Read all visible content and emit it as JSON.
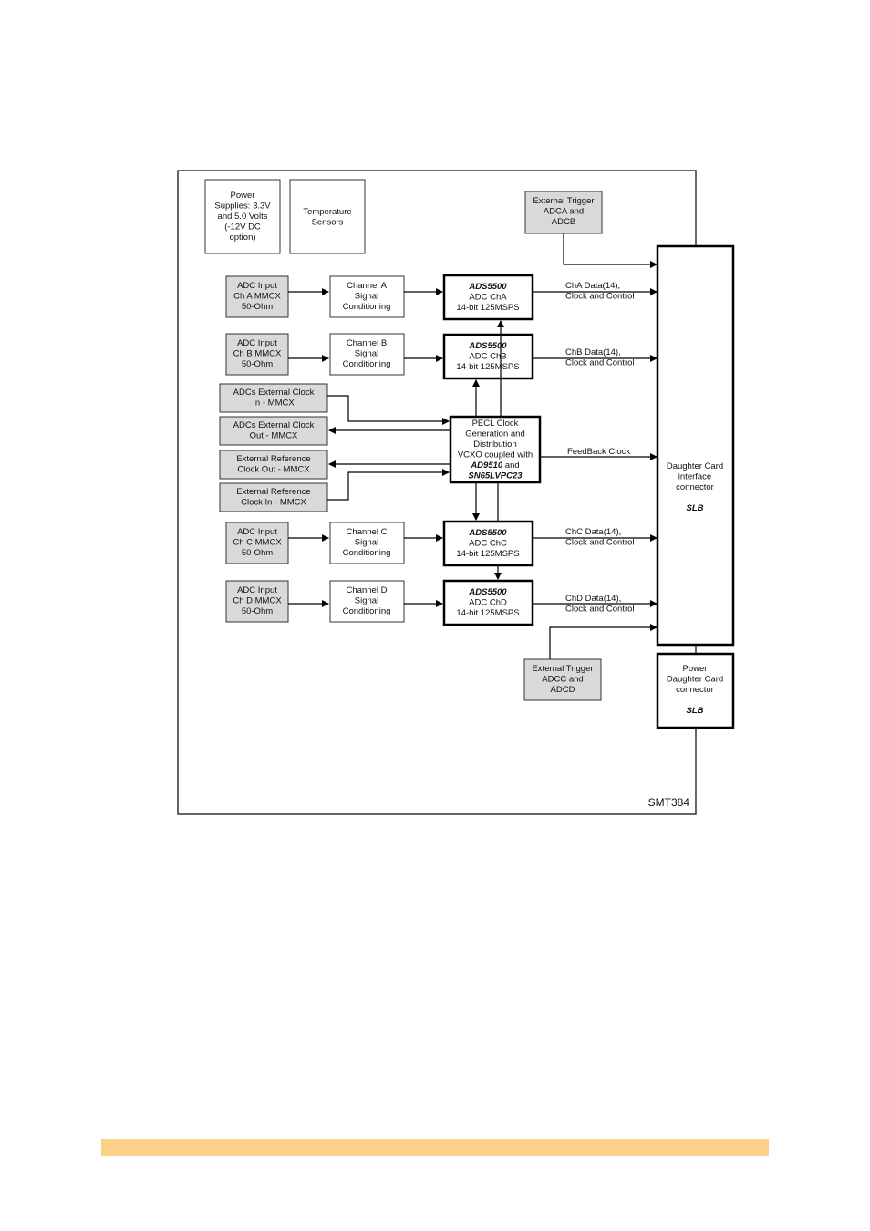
{
  "board_label": "SMT384",
  "power_supplies": [
    "Power",
    "Supplies: 3.3V",
    "and 5.0 Volts",
    "(-12V DC",
    "option)"
  ],
  "temperature_sensors": [
    "Temperature",
    "Sensors"
  ],
  "ext_trigger_ab": [
    "External Trigger",
    "ADCA and",
    "ADCB"
  ],
  "ext_trigger_cd": [
    "External Trigger",
    "ADCC and",
    "ADCD"
  ],
  "adc_inputs": {
    "a": [
      "ADC Input",
      "Ch A MMCX",
      "50-Ohm"
    ],
    "b": [
      "ADC Input",
      "Ch B MMCX",
      "50-Ohm"
    ],
    "c": [
      "ADC Input",
      "Ch C MMCX",
      "50-Ohm"
    ],
    "d": [
      "ADC Input",
      "Ch D MMCX",
      "50-Ohm"
    ]
  },
  "conditioning": {
    "a": [
      "Channel A",
      "Signal",
      "Conditioning"
    ],
    "b": [
      "Channel B",
      "Signal",
      "Conditioning"
    ],
    "c": [
      "Channel C",
      "Signal",
      "Conditioning"
    ],
    "d": [
      "Channel D",
      "Signal",
      "Conditioning"
    ]
  },
  "adcs": {
    "a": [
      "ADS5500",
      "ADC ChA",
      "14-bit 125MSPS"
    ],
    "b": [
      "ADS5500",
      "ADC ChB",
      "14-bit 125MSPS"
    ],
    "c": [
      "ADS5500",
      "ADC ChC",
      "14-bit 125MSPS"
    ],
    "d": [
      "ADS5500",
      "ADC ChD",
      "14-bit 125MSPS"
    ]
  },
  "data_labels": {
    "a": [
      "ChA Data(14),",
      "Clock and Control"
    ],
    "b": [
      "ChB Data(14),",
      "Clock and Control"
    ],
    "c": [
      "ChC Data(14),",
      "Clock and Control"
    ],
    "d": [
      "ChD Data(14),",
      "Clock and Control"
    ]
  },
  "clock_io": {
    "ext_clock_in": [
      "ADCs External Clock",
      "In - MMCX"
    ],
    "ext_clock_out": [
      "ADCs External Clock",
      "Out - MMCX"
    ],
    "ext_ref_out": [
      "External Reference",
      "Clock Out - MMCX"
    ],
    "ext_ref_in": [
      "External Reference",
      "Clock In - MMCX"
    ]
  },
  "pecl": [
    "PECL Clock",
    "Generation and",
    "Distribution",
    "VCXO coupled with",
    "AD9510",
    " and",
    "SN65LVPC23"
  ],
  "feedback_label": "FeedBack Clock",
  "daughter_card": [
    "Daughter Card",
    "interface",
    "connector",
    "SLB"
  ],
  "power_daughter_card": [
    "Power",
    "Daughter Card",
    "connector",
    "SLB"
  ],
  "colors": {
    "footer_bar": "#fcd086",
    "input_fill": "#d9d9d9"
  }
}
